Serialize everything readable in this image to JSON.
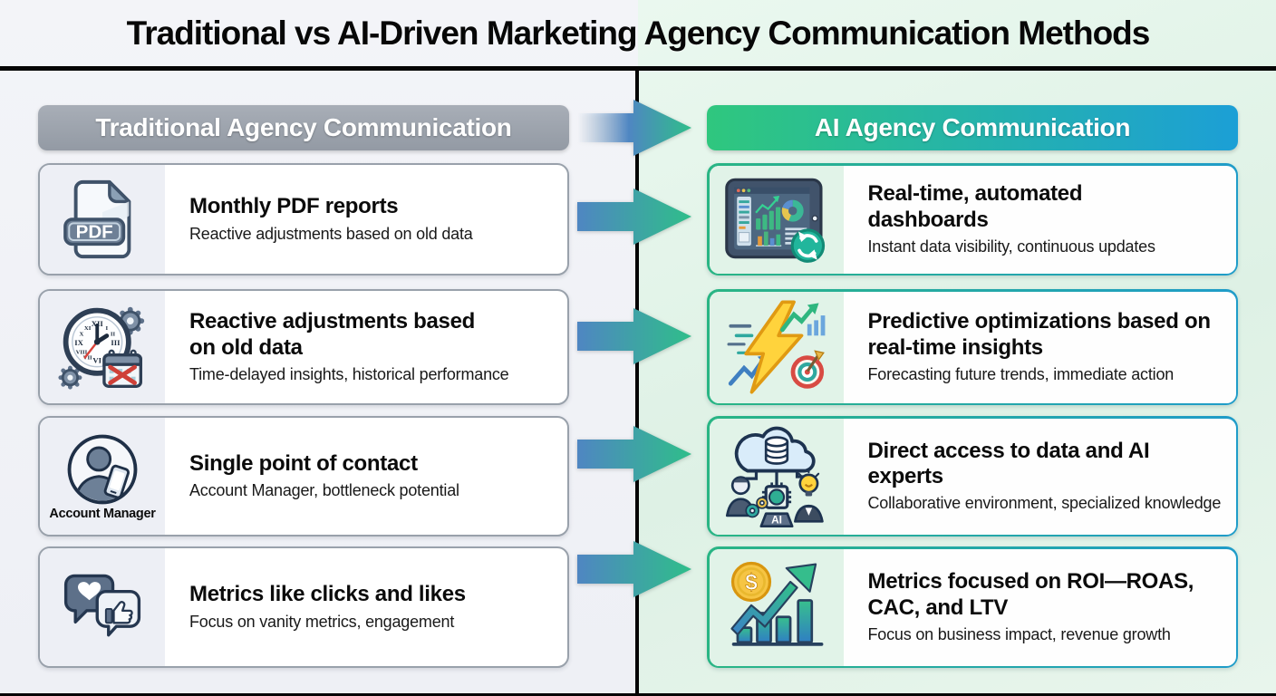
{
  "title": "Traditional vs AI-Driven Marketing Agency Communication Methods",
  "columns": {
    "left": {
      "header": "Traditional Agency Communication"
    },
    "right": {
      "header": "AI Agency Communication"
    }
  },
  "rows": [
    {
      "left": {
        "icon": "pdf-icon",
        "title": "Monthly PDF reports",
        "subtitle": "Reactive adjustments based on old data"
      },
      "right": {
        "icon": "dashboard-icon",
        "title": "Real-time, automated dashboards",
        "subtitle": "Instant data visibility, continuous updates"
      }
    },
    {
      "left": {
        "icon": "clock-calendar-icon",
        "title": "Reactive adjustments based on old data",
        "subtitle": "Time-delayed insights, historical performance"
      },
      "right": {
        "icon": "lightning-forecast-icon",
        "title": "Predictive optimizations based on real-time insights",
        "subtitle": "Forecasting future trends, immediate action"
      }
    },
    {
      "left": {
        "icon": "account-manager-icon",
        "icon_caption": "Account Manager",
        "title": "Single point of contact",
        "subtitle": "Account Manager, bottleneck potential"
      },
      "right": {
        "icon": "cloud-ai-experts-icon",
        "title": "Direct access to data and AI experts",
        "subtitle": "Collaborative environment, specialized knowledge"
      }
    },
    {
      "left": {
        "icon": "chat-likes-icon",
        "title": "Metrics like clicks and likes",
        "subtitle": "Focus on vanity metrics, engagement"
      },
      "right": {
        "icon": "roi-growth-icon",
        "title": "Metrics focused on ROI—ROAS, CAC, and LTV",
        "subtitle": "Focus on business impact, revenue growth"
      }
    }
  ],
  "icon_labels": {
    "pdf_badge": "PDF",
    "ai_chip": "AI",
    "dollar": "$"
  },
  "colors": {
    "traditional_header": "#9aa2ab",
    "ai_header_start": "#2fc77e",
    "ai_header_end": "#1c9fd6",
    "arrow_start": "#4f86c2",
    "arrow_end": "#2fbe8a",
    "left_background": "#eef0f5",
    "right_background": "#e2f3e9",
    "divider": "#050505"
  }
}
